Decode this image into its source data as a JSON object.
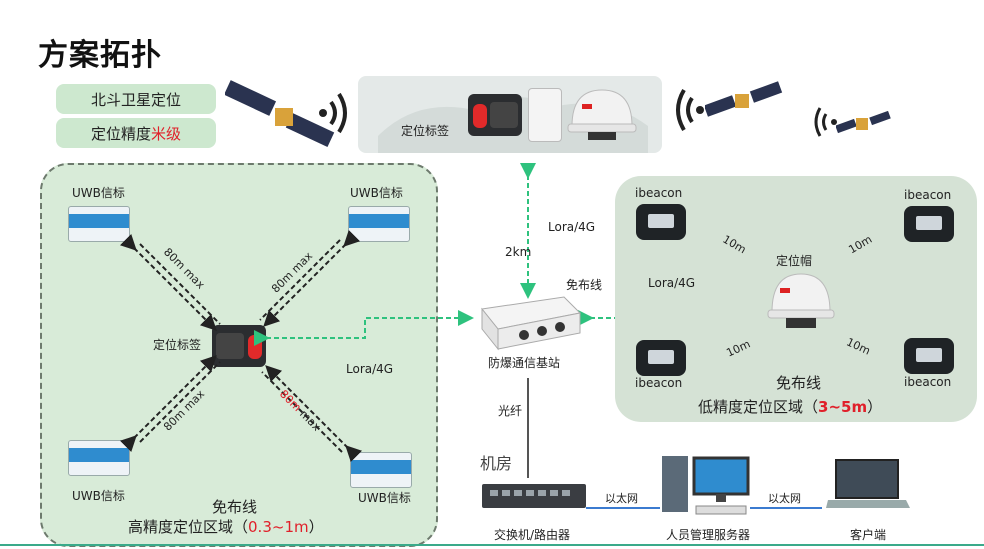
{
  "title": "方案拓扑",
  "pills": {
    "beidou": "北斗卫星定位",
    "precision_prefix": "定位精度",
    "precision_suffix": "米级"
  },
  "top_panel": {
    "tag_label": "定位标签"
  },
  "left_zone": {
    "uwb_label": "UWB信标",
    "tag_label": "定位标签",
    "dist_label": "80m  max",
    "dist_label_red_prefix": "80m",
    "dist_label_red_suffix": "max",
    "link_label": "Lora/4G",
    "caption_line1": "免布线",
    "caption_line2_prefix": "高精度定位区域（",
    "caption_line2_value": "0.3~1m",
    "caption_line2_suffix": "）"
  },
  "center": {
    "lora_label": "Lora/4G",
    "distance": "2km",
    "wireless": "免布线",
    "station": "防爆通信基站",
    "fiber": "光纤",
    "room": "机房"
  },
  "right_zone": {
    "beacon_label": "ibeacon",
    "helmet_label": "定位帽",
    "lora_label": "Lora/4G",
    "dist": "10m",
    "caption_line1": "免布线",
    "caption_line2_prefix": "低精度定位区域（",
    "caption_line2_value": "3~5m",
    "caption_line2_suffix": "）"
  },
  "bottom": {
    "switch": "交换机/路由器",
    "ethernet": "以太网",
    "server": "人员管理服务器",
    "client": "客户端"
  },
  "colors": {
    "accent_green": "#2ec27e",
    "red": "#e0202a",
    "zone_left": "#d8ebd8",
    "zone_right": "#d5e2d5"
  }
}
